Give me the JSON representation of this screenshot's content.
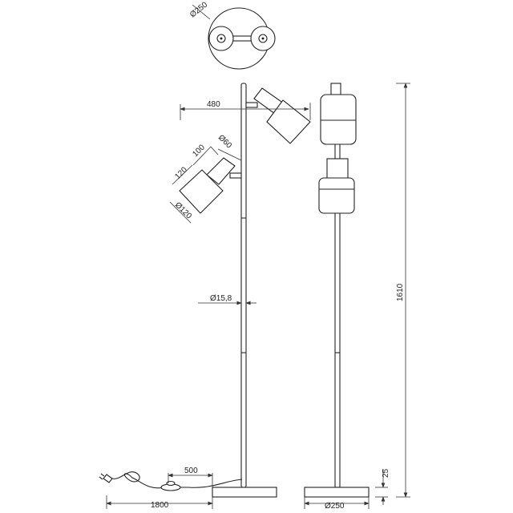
{
  "drawing": {
    "top_view": {
      "diameter_label": "Ø250"
    },
    "side_view": {
      "arm_reach_label": "480",
      "shade_length_label": "120",
      "holder_length_label": "100",
      "holder_diameter_label": "Ø60",
      "shade_diameter_label": "Ø120",
      "pole_diameter_label": "Ø15,8",
      "switch_distance_label": "500",
      "cable_length_label": "1800"
    },
    "front_view": {
      "base_diameter_label": "Ø250",
      "base_height_label": "25",
      "total_height_label": "1610"
    }
  }
}
